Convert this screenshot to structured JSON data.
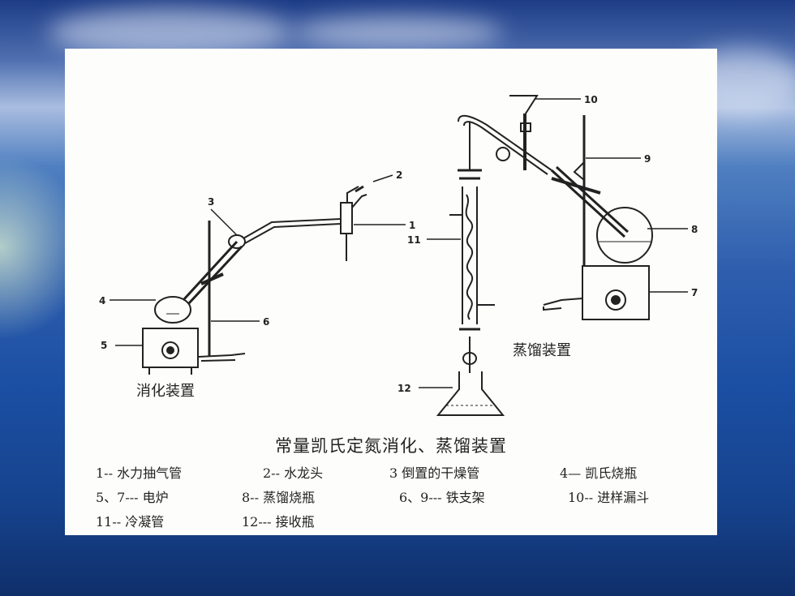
{
  "figure": {
    "caption": "常量凯氏定氮消化、蒸馏装置",
    "apparatus_labels": {
      "digestion": "消化装置",
      "distillation": "蒸馏装置"
    },
    "callouts": [
      "1",
      "2",
      "3",
      "4",
      "5",
      "6",
      "7",
      "8",
      "9",
      "10",
      "11",
      "12"
    ],
    "legend_rows": [
      [
        "1-- 水力抽气管",
        "2-- 水龙头",
        "3 倒置的干燥管",
        "4— 凯氏烧瓶"
      ],
      [
        "5、7--- 电炉",
        "8-- 蒸馏烧瓶",
        "6、9--- 铁支架",
        "10-- 进样漏斗"
      ],
      [
        "11-- 冷凝管",
        "12--- 接收瓶"
      ]
    ]
  }
}
